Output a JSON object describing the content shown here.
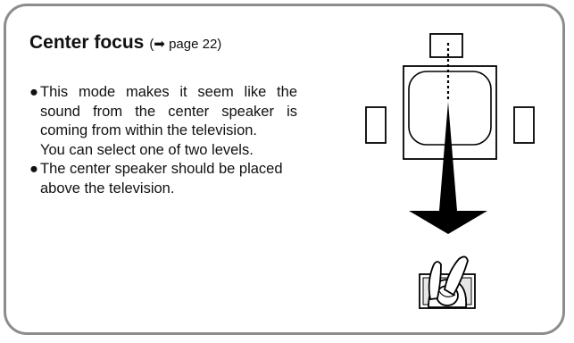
{
  "section": {
    "title": "Center focus",
    "page_ref": "(➡ page 22)"
  },
  "bullets": [
    {
      "bullet": "●",
      "text": "This mode makes it seem like the sound from the center speaker is coming from within the television.",
      "sub": "You can select one of two levels."
    },
    {
      "bullet": "●",
      "text": "The center speaker should be placed above the television."
    }
  ]
}
